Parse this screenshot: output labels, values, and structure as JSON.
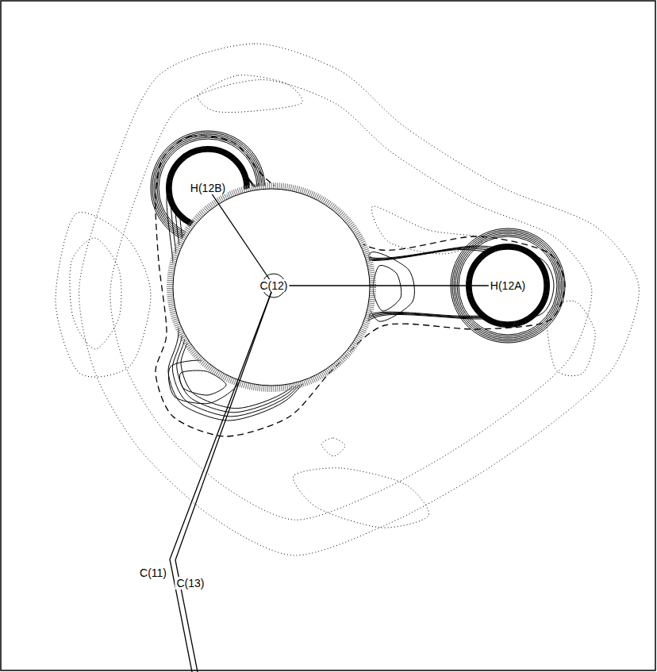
{
  "diagram": {
    "labels": [
      "H(12B)",
      "H(12A)",
      "C(12)",
      "C(11)",
      "C(13)"
    ]
  }
}
